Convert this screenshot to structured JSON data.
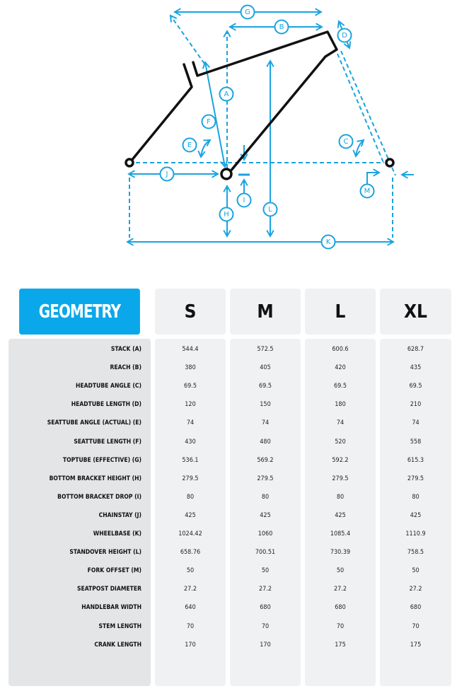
{
  "diagram": {
    "labels": [
      "A",
      "B",
      "C",
      "D",
      "E",
      "F",
      "G",
      "H",
      "I",
      "J",
      "K",
      "L",
      "M"
    ],
    "colors": {
      "measure": "#1aa3df",
      "frame": "#111111"
    }
  },
  "table": {
    "title": "GEOMETRY",
    "sizes": [
      "S",
      "M",
      "L",
      "XL"
    ],
    "rows": [
      {
        "label": "STACK (A)",
        "values": [
          "544.4",
          "572.5",
          "600.6",
          "628.7"
        ]
      },
      {
        "label": "REACH (B)",
        "values": [
          "380",
          "405",
          "420",
          "435"
        ]
      },
      {
        "label": "HEADTUBE ANGLE (C)",
        "values": [
          "69.5",
          "69.5",
          "69.5",
          "69.5"
        ]
      },
      {
        "label": "HEADTUBE LENGTH (D)",
        "values": [
          "120",
          "150",
          "180",
          "210"
        ]
      },
      {
        "label": "SEATTUBE ANGLE (ACTUAL) (E)",
        "values": [
          "74",
          "74",
          "74",
          "74"
        ]
      },
      {
        "label": "SEATTUBE LENGTH (F)",
        "values": [
          "430",
          "480",
          "520",
          "558"
        ]
      },
      {
        "label": "TOPTUBE (EFFECTIVE) (G)",
        "values": [
          "536.1",
          "569.2",
          "592.2",
          "615.3"
        ]
      },
      {
        "label": "BOTTOM BRACKET HEIGHT (H)",
        "values": [
          "279.5",
          "279.5",
          "279.5",
          "279.5"
        ]
      },
      {
        "label": "BOTTOM BRACKET DROP (I)",
        "values": [
          "80",
          "80",
          "80",
          "80"
        ]
      },
      {
        "label": "CHAINSTAY (J)",
        "values": [
          "425",
          "425",
          "425",
          "425"
        ]
      },
      {
        "label": "WHEELBASE (K)",
        "values": [
          "1024.42",
          "1060",
          "1085.4",
          "1110.9"
        ]
      },
      {
        "label": "STANDOVER HEIGHT (L)",
        "values": [
          "658.76",
          "700.51",
          "730.39",
          "758.5"
        ]
      },
      {
        "label": "FORK OFFSET (M)",
        "values": [
          "50",
          "50",
          "50",
          "50"
        ]
      },
      {
        "label": "SEATPOST DIAMETER",
        "values": [
          "27.2",
          "27.2",
          "27.2",
          "27.2"
        ]
      },
      {
        "label": "HANDLEBAR WIDTH",
        "values": [
          "640",
          "680",
          "680",
          "680"
        ]
      },
      {
        "label": "STEM LENGTH",
        "values": [
          "70",
          "70",
          "70",
          "70"
        ]
      },
      {
        "label": "CRANK LENGTH",
        "values": [
          "170",
          "170",
          "175",
          "175"
        ]
      }
    ]
  }
}
